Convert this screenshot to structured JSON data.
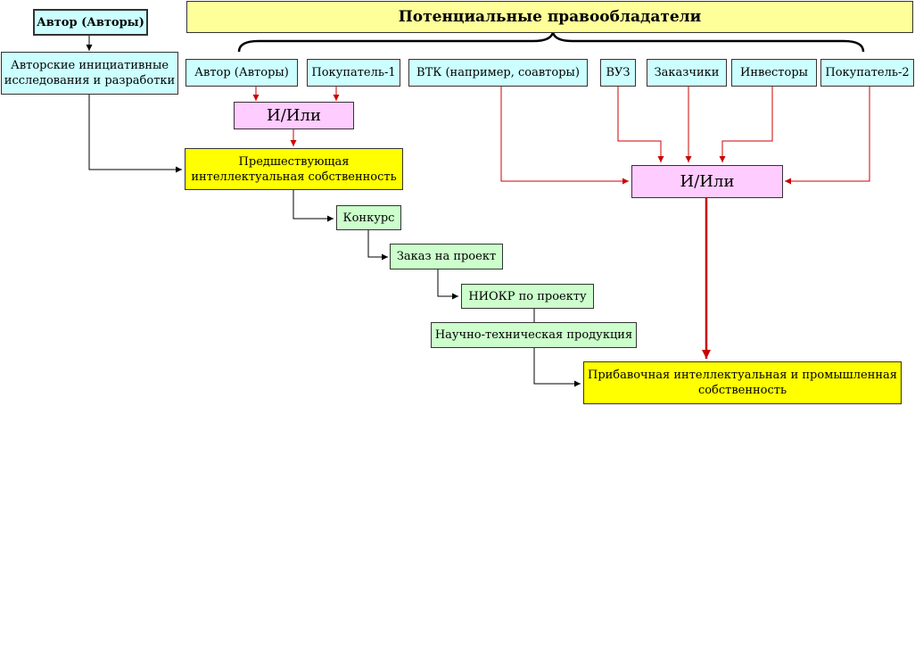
{
  "colors": {
    "cyan": "#ccffff",
    "green": "#ccffcc",
    "yellow": "#ffff00",
    "title_yellow": "#ffff99",
    "pink": "#ffccff",
    "red_arrow": "#cc0000",
    "black_arrow": "#000000"
  },
  "title": "Потенциальные правообладатели",
  "author_top": "Автор (Авторы)",
  "initiative": "Авторские инициативные исследования и разработки",
  "holders": {
    "author": "Автор (Авторы)",
    "buyer1": "Покупатель-1",
    "vtk": "ВТК (например, соавторы)",
    "vuz": "ВУЗ",
    "customers": "Заказчики",
    "investors": "Инвесторы",
    "buyer2": "Покупатель-2"
  },
  "or_left": "И/Или",
  "or_right": "И/Или",
  "prior_ip": "Предшествующая интеллектуальная собственность",
  "contest": "Конкурс",
  "order": "Заказ на проект",
  "niokr": "НИОКР по проекту",
  "product": "Научно-техническая продукция",
  "added_ip": "Прибавочная интеллектуальная и промышленная собственность"
}
